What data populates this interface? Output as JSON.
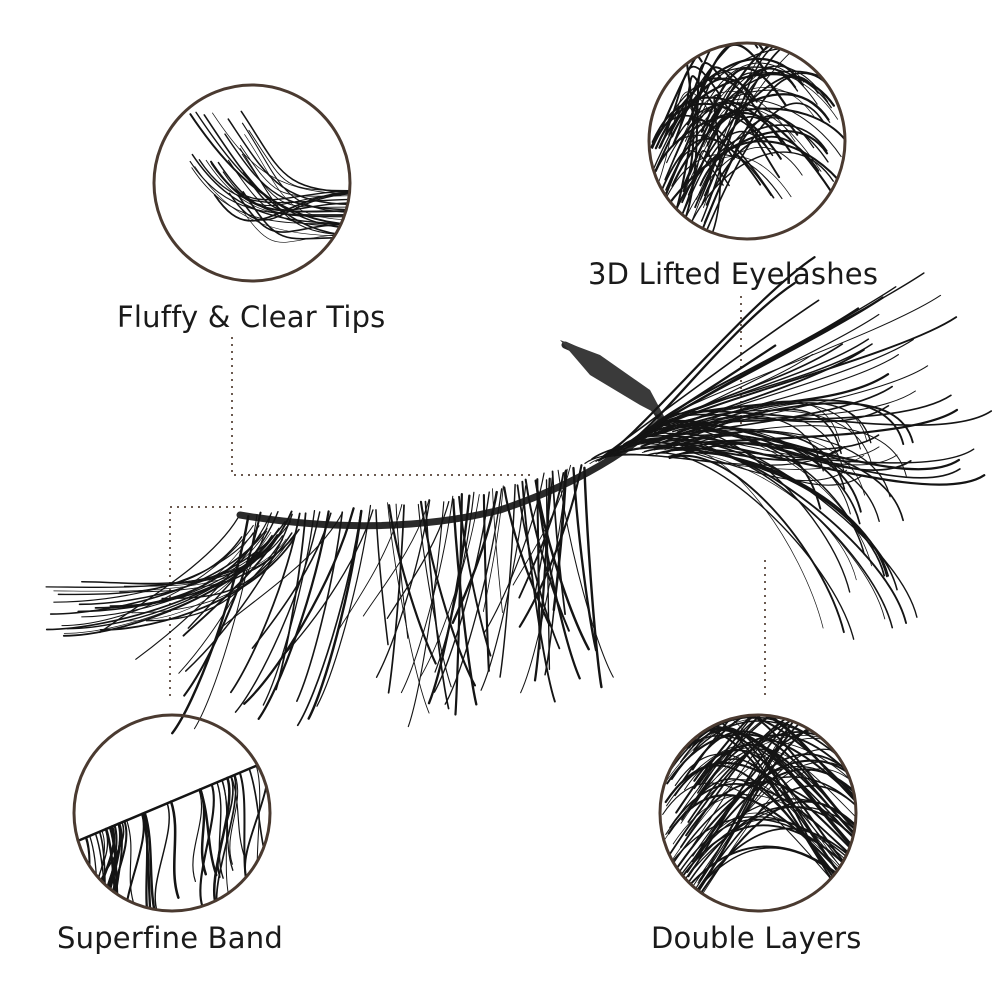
{
  "features": [
    {
      "id": "fluffy",
      "label": "Fluffy & Clear Tips"
    },
    {
      "id": "lifted",
      "label": "3D Lifted Eyelashes"
    },
    {
      "id": "band",
      "label": "Superfine Band"
    },
    {
      "id": "double",
      "label": "Double Layers"
    }
  ],
  "colors": {
    "circle_border": "#4a3a30",
    "leader_line": "#6b5a50",
    "lash": "#141414",
    "text": "#1a1a1a",
    "background": "#ffffff"
  }
}
